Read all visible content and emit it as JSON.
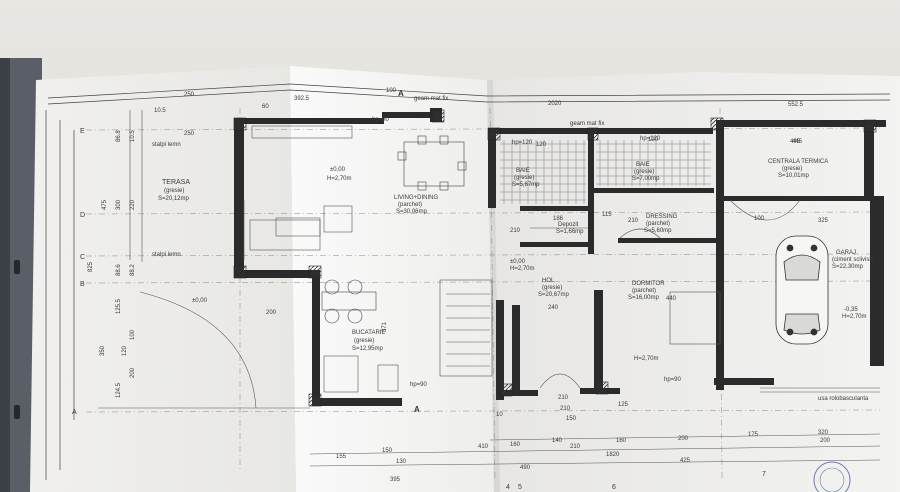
{
  "rooms": [
    {
      "id": "terasa",
      "name": "TERASA",
      "finish": "(gresie)",
      "area": "S=20,12mp"
    },
    {
      "id": "living",
      "name": "LIVING+DINING",
      "finish": "(parchet)",
      "area": "S=30,06mp"
    },
    {
      "id": "bucatarie",
      "name": "BUCATARIE",
      "finish": "(gresie)",
      "area": "S=12,95mp"
    },
    {
      "id": "baie1",
      "name": "BAIE",
      "finish": "(gresie)",
      "area": "S=5,67mp"
    },
    {
      "id": "baie2",
      "name": "BAIE",
      "finish": "(gresie)",
      "area": "S=7,00mp"
    },
    {
      "id": "depozit",
      "name": "Depozit",
      "finish": "",
      "area": "S=1,66mp"
    },
    {
      "id": "dressing",
      "name": "DRESSING",
      "finish": "(parchet)",
      "area": "S=5,60mp"
    },
    {
      "id": "hol",
      "name": "HOL",
      "finish": "(gresie)",
      "area": "S=20,67mp"
    },
    {
      "id": "dormitor",
      "name": "DORMITOR",
      "finish": "(parchet)",
      "area": "S=16,00mp"
    },
    {
      "id": "centrala",
      "name": "CENTRALA TERMICA",
      "finish": "(gresie)",
      "area": "S=10,01mp"
    },
    {
      "id": "garaj",
      "name": "GARAJ",
      "finish": "(ciment sclivisit)",
      "area": "S=22,30mp"
    }
  ],
  "heights": {
    "living": "H=2,70m",
    "hol": "H=2,70m",
    "dormitor": "H=2,70m",
    "garaj": "H=2,70m"
  },
  "levels": {
    "terasa": "±0,00",
    "living": "±0,00",
    "hol": "±0,00",
    "garaj": "-0,35"
  },
  "notes": {
    "stalpi_lemn_1": "stalpi lemn",
    "stalpi_lemn_2": "stalpi lemn",
    "geam_fix_1": "geam mat fix",
    "geam_fix_2": "geam mat fix",
    "usa_garaj": "usa rolobasculanta",
    "hp_1": "hp=90",
    "hp_2": "hp=90",
    "hp_3": "hp=120",
    "hp_4": "hp=120",
    "hp_5": "hp=90"
  },
  "grid_rows": [
    "E",
    "D",
    "C",
    "B",
    "A"
  ],
  "grid_cols": [
    "4",
    "5",
    "6",
    "7"
  ],
  "section_marks": [
    "A",
    "A"
  ],
  "dimensions_top": [
    "250",
    "10.5",
    "250",
    "392.5",
    "100",
    "2020",
    "552.5"
  ],
  "dimensions_top_inner": [
    "60",
    "120",
    "120",
    "445"
  ],
  "dimensions_left": [
    "475",
    "825",
    "350",
    "88.6",
    "120",
    "125.5",
    "124.5",
    "86.8",
    "10.5",
    "220",
    "300",
    "88.2",
    "100",
    "200"
  ],
  "dimensions_bottom": [
    "155",
    "150",
    "130",
    "410",
    "490",
    "210",
    "140",
    "210",
    "160",
    "1820",
    "200",
    "320",
    "425",
    "395",
    "175",
    "200",
    "10",
    "150"
  ],
  "dimensions_inner": [
    "200",
    "240",
    "210",
    "125",
    "445",
    "325",
    "100",
    "186",
    "115",
    "210",
    "210",
    "440",
    "371",
    "160"
  ]
}
